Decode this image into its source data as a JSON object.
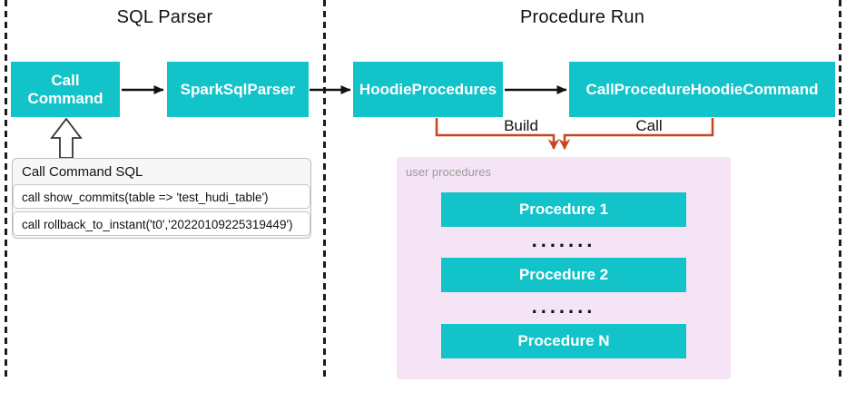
{
  "sections": {
    "sql_parser": {
      "title": "SQL Parser"
    },
    "procedure_run": {
      "title": "Procedure Run"
    }
  },
  "nodes": {
    "call_command": {
      "label": "Call Command"
    },
    "spark_sql_parser": {
      "label": "SparkSqlParser"
    },
    "hoodie_procedures": {
      "label": "HoodieProcedures"
    },
    "call_procedure_hoodie_command": {
      "label": "CallProcedureHoodieCommand"
    }
  },
  "edges": {
    "build_label": "Build",
    "call_label": "Call"
  },
  "sql_box": {
    "title": "Call Command SQL",
    "rows": [
      "call show_commits(table => 'test_hudi_table')",
      "call rollback_to_instant('t0','20220109225319449')"
    ]
  },
  "panel": {
    "label": "user procedures",
    "ellipsis": ".......",
    "items": [
      "Procedure 1",
      "Procedure 2",
      "Procedure N"
    ]
  },
  "colors": {
    "teal": "#12c3ca",
    "orange": "#c9431f",
    "panel": "#f5e4f5",
    "panel-label": "#9b9b9b",
    "dash": "#1c1c1c"
  }
}
